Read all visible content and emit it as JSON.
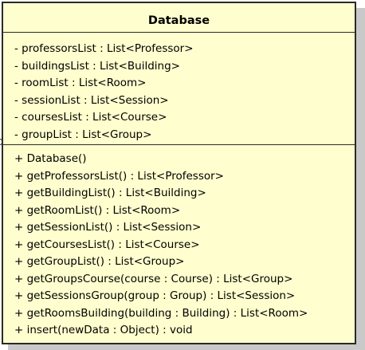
{
  "class": {
    "name": "Database",
    "attributes": [
      "- professorsList : List<Professor>",
      "- buildingsList : List<Building>",
      "- roomList : List<Room>",
      "- sessionList : List<Session>",
      "- coursesList : List<Course>",
      "- groupList : List<Group>"
    ],
    "operations": [
      "+ Database()",
      "+ getProfessorsList() : List<Professor>",
      "+ getBuildingList() : List<Building>",
      "+ getRoomList() : List<Room>",
      "+ getSessionList() : List<Session>",
      "+ getCoursesList() : List<Course>",
      "+ getGroupList() : List<Group>",
      "+ getGroupsCourse(course : Course) : List<Group>",
      "+ getSessionsGroup(group : Group) : List<Session>",
      "+ getRoomsBuilding(building : Building) : List<Room>",
      "+ insert(newData : Object) : void"
    ]
  }
}
